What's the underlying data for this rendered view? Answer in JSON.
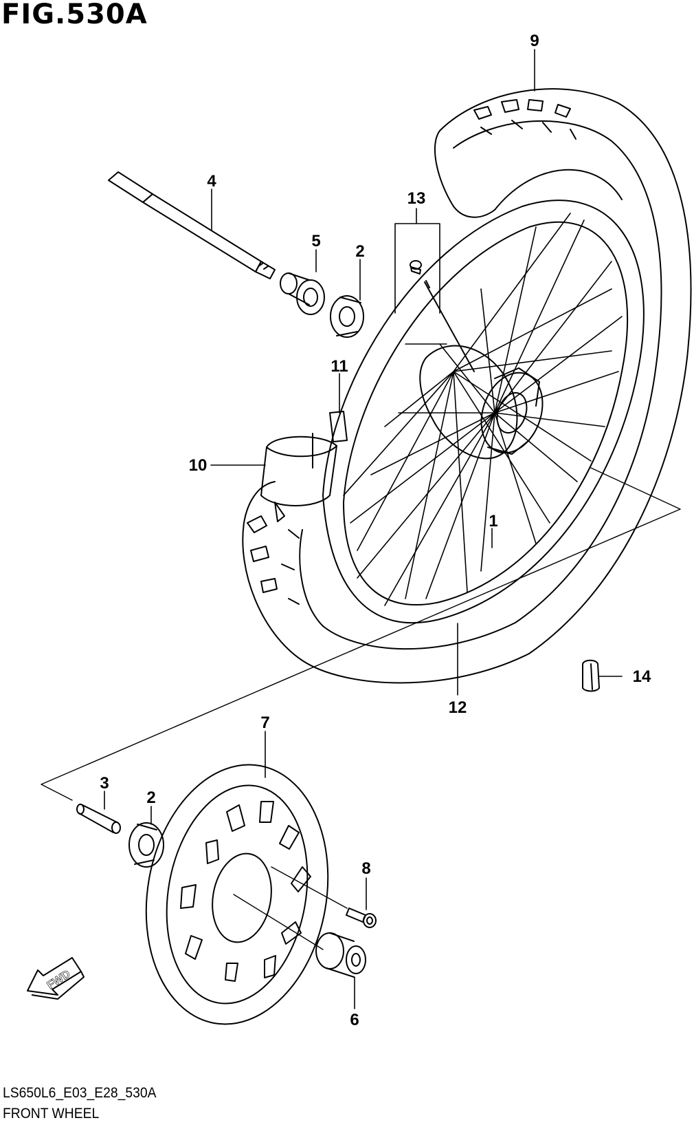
{
  "figure": {
    "title": "FIG.530A",
    "code": "LS650L6_E03_E28_530A",
    "caption": "FRONT WHEEL",
    "direction_badge": "FWD",
    "parts": [
      {
        "id": "1",
        "label": "1"
      },
      {
        "id": "2a",
        "label": "2"
      },
      {
        "id": "2b",
        "label": "2"
      },
      {
        "id": "3",
        "label": "3"
      },
      {
        "id": "4",
        "label": "4"
      },
      {
        "id": "5",
        "label": "5"
      },
      {
        "id": "6",
        "label": "6"
      },
      {
        "id": "7",
        "label": "7"
      },
      {
        "id": "8",
        "label": "8"
      },
      {
        "id": "9",
        "label": "9"
      },
      {
        "id": "10",
        "label": "10"
      },
      {
        "id": "11",
        "label": "11"
      },
      {
        "id": "12",
        "label": "12"
      },
      {
        "id": "13",
        "label": "13"
      },
      {
        "id": "14",
        "label": "14"
      }
    ],
    "colors": {
      "ink": "#000000",
      "paper": "#ffffff"
    }
  }
}
